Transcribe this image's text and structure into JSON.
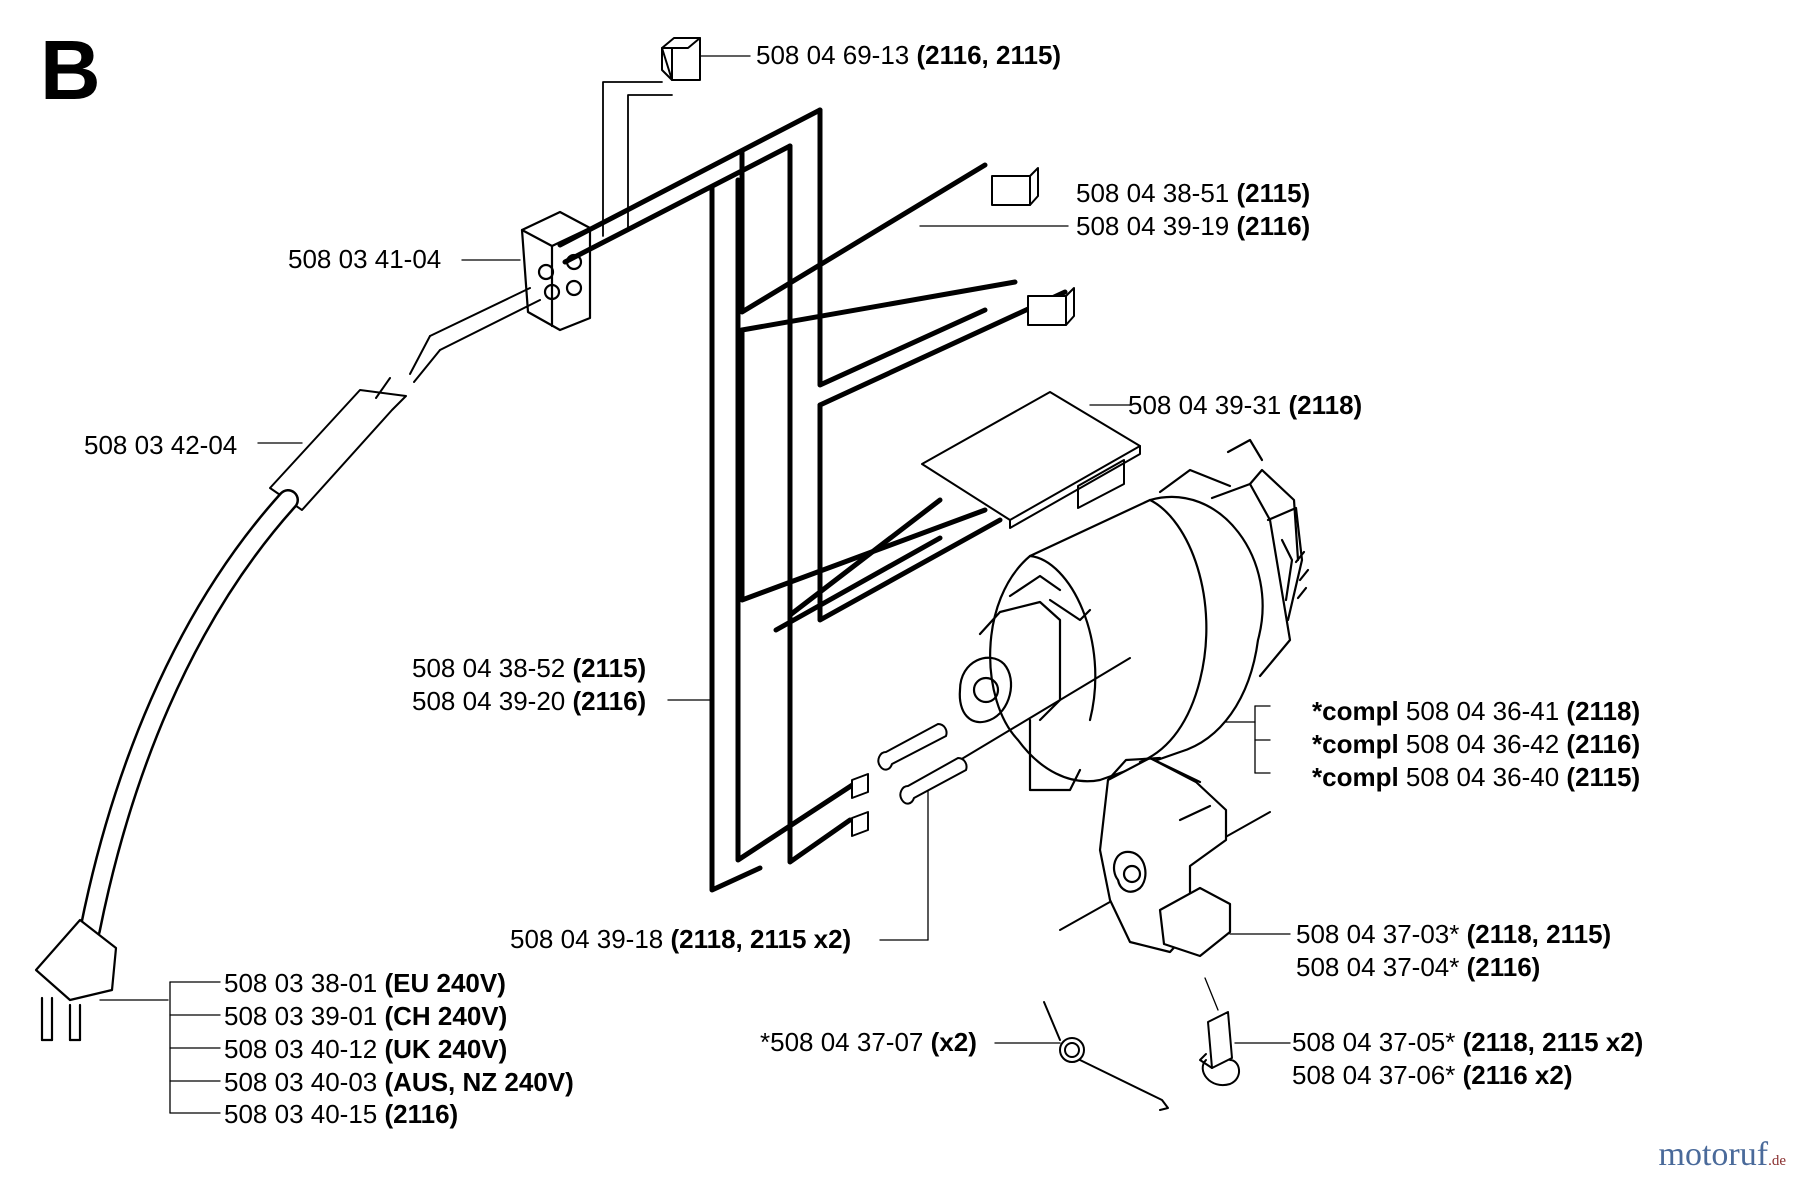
{
  "section_letter": "B",
  "watermark": {
    "brand": "motoruf",
    "tld": ".de"
  },
  "callouts": [
    {
      "id": "c1",
      "part": "508 04 69-13",
      "note": "(2116, 2115)"
    },
    {
      "id": "c2",
      "part": "508 04 38-51",
      "note": "(2115)"
    },
    {
      "id": "c3",
      "part": "508 04 39-19",
      "note": "(2116)"
    },
    {
      "id": "c4",
      "part": "508 03 41-04",
      "note": ""
    },
    {
      "id": "c5",
      "part": "508 03 42-04",
      "note": ""
    },
    {
      "id": "c6",
      "part": "508 04 39-31",
      "note": "(2118)"
    },
    {
      "id": "c7",
      "part": "508 04 38-52",
      "note": "(2115)"
    },
    {
      "id": "c8",
      "part": "508 04 39-20",
      "note": "(2116)"
    },
    {
      "id": "c9",
      "prefix": "*compl",
      "part": "508 04 36-41",
      "note": "(2118)"
    },
    {
      "id": "c10",
      "prefix": "*compl",
      "part": "508 04 36-42",
      "note": "(2116)"
    },
    {
      "id": "c11",
      "prefix": "*compl",
      "part": "508 04 36-40",
      "note": "(2115)"
    },
    {
      "id": "c12",
      "part": "508 04 39-18",
      "note": "(2118, 2115 x2)"
    },
    {
      "id": "c13",
      "part": "508 04 37-03*",
      "note": "(2118, 2115)"
    },
    {
      "id": "c14",
      "part": "508 04 37-04*",
      "note": "(2116)"
    },
    {
      "id": "c15",
      "part": "508 03 38-01",
      "note": "(EU 240V)"
    },
    {
      "id": "c16",
      "part": "508 03 39-01",
      "note": "(CH 240V)"
    },
    {
      "id": "c17",
      "part": "508 03 40-12",
      "note": "(UK 240V)"
    },
    {
      "id": "c18",
      "part": "508 03 40-03",
      "note": "(AUS, NZ 240V)"
    },
    {
      "id": "c19",
      "part": "508 03 40-15",
      "note": "(2116)"
    },
    {
      "id": "c20",
      "part": "*508 04 37-07",
      "note": "(x2)"
    },
    {
      "id": "c21",
      "part": "508 04 37-05*",
      "note": "(2118, 2115 x2)"
    },
    {
      "id": "c22",
      "part": "508 04 37-06*",
      "note": "(2116 x2)"
    }
  ]
}
